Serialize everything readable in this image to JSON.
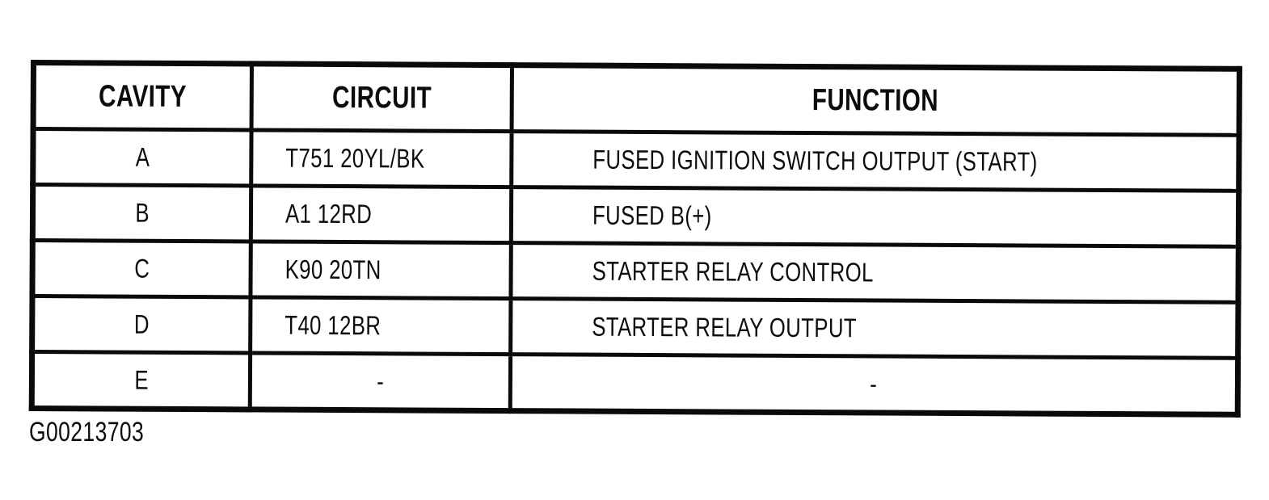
{
  "table": {
    "columns": [
      {
        "key": "cavity",
        "label": "CAVITY"
      },
      {
        "key": "circuit",
        "label": "CIRCUIT"
      },
      {
        "key": "function",
        "label": "FUNCTION"
      }
    ],
    "rows": [
      {
        "cavity": "A",
        "circuit": "T751 20YL/BK",
        "function": "FUSED IGNITION SWITCH OUTPUT (START)"
      },
      {
        "cavity": "B",
        "circuit": "A1 12RD",
        "function": "FUSED B(+)"
      },
      {
        "cavity": "C",
        "circuit": "K90 20TN",
        "function": "STARTER RELAY CONTROL"
      },
      {
        "cavity": "D",
        "circuit": "T40 12BR",
        "function": "STARTER RELAY OUTPUT"
      },
      {
        "cavity": "E",
        "circuit": "-",
        "function": "-"
      }
    ]
  },
  "caption": "G00213703",
  "colors": {
    "border": "#0a0a0a",
    "background": "#ffffff",
    "text": "#0c0c0c"
  }
}
